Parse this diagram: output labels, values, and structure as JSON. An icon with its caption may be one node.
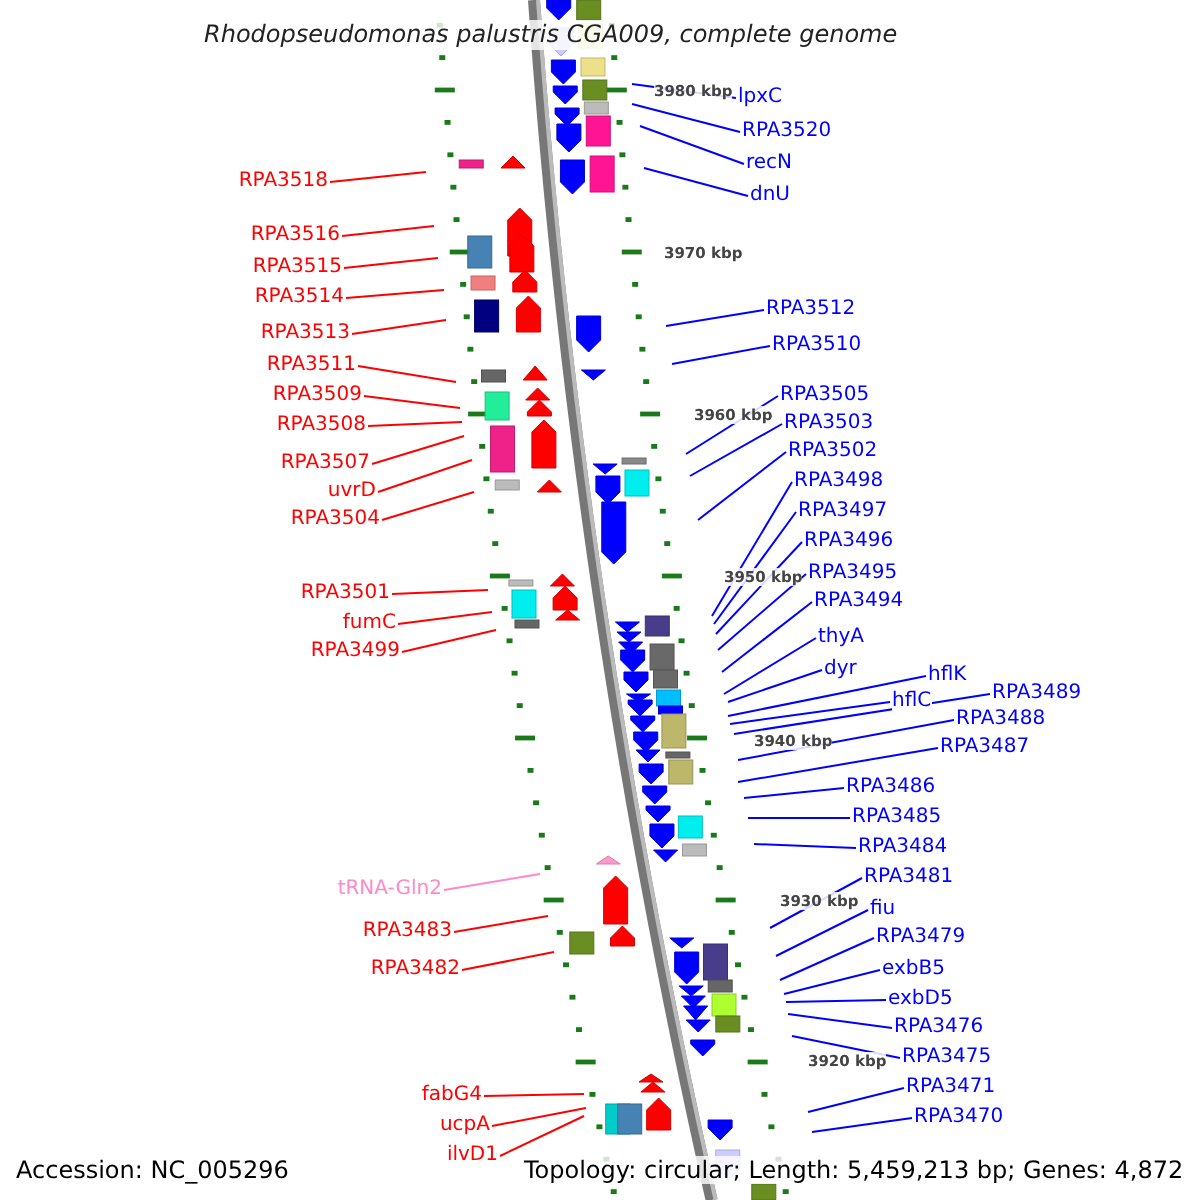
{
  "diagram": {
    "title": "Rhodopseudomonas palustris CGA009, complete genome",
    "nodes": [
      {
        "text": [
          "RPA3518"
        ]
      },
      {
        "text": [
          "RPA3516"
        ]
      },
      {
        "text": [
          "RPA3515"
        ]
      },
      {
        "text": [
          "RPA3514"
        ]
      },
      {
        "text": [
          "RPA3513"
        ]
      },
      {
        "text": [
          "RPA3511"
        ]
      },
      {
        "text": [
          "RPA3509"
        ]
      },
      {
        "text": [
          "RPA3508"
        ]
      },
      {
        "text": [
          "RPA3507"
        ]
      },
      {
        "text": [
          "uvrD"
        ]
      },
      {
        "text": [
          "RPA3504"
        ]
      },
      {
        "text": [
          "RPA3501"
        ]
      },
      {
        "text": [
          "fumC"
        ]
      },
      {
        "text": [
          "RPA3499"
        ]
      },
      {
        "text": [
          "tRNA-Gln2"
        ]
      },
      {
        "text": [
          "RPA3483"
        ]
      },
      {
        "text": [
          "RPA3482"
        ]
      },
      {
        "text": [
          "fabG4"
        ]
      },
      {
        "text": [
          "ucpA"
        ]
      },
      {
        "text": [
          "ilvD1"
        ]
      },
      {
        "text": [
          "lpxC"
        ]
      },
      {
        "text": [
          "RPA3520"
        ]
      },
      {
        "text": [
          "recN"
        ]
      },
      {
        "text": [
          "dnU"
        ]
      },
      {
        "text": [
          "RPA3512"
        ]
      },
      {
        "text": [
          "RPA3510"
        ]
      },
      {
        "text": [
          "RPA3505"
        ]
      },
      {
        "text": [
          "RPA3503"
        ]
      },
      {
        "text": [
          "RPA3502"
        ]
      },
      {
        "text": [
          "RPA3498"
        ]
      },
      {
        "text": [
          "RPA3497"
        ]
      },
      {
        "text": [
          "RPA3496"
        ]
      },
      {
        "text": [
          "RPA3495"
        ]
      },
      {
        "text": [
          "RPA3494"
        ]
      },
      {
        "text": [
          "thyA"
        ]
      },
      {
        "text": [
          "dyr"
        ]
      },
      {
        "text": [
          "hflK"
        ]
      },
      {
        "text": [
          "hflC"
        ]
      },
      {
        "text": [
          "RPA3489"
        ]
      },
      {
        "text": [
          "RPA3488"
        ]
      },
      {
        "text": [
          "RPA3487"
        ]
      },
      {
        "text": [
          "RPA3486"
        ]
      },
      {
        "text": [
          "RPA3485"
        ]
      },
      {
        "text": [
          "RPA3484"
        ]
      },
      {
        "text": [
          "RPA3481"
        ]
      },
      {
        "text": [
          "fiu"
        ]
      },
      {
        "text": [
          "RPA3479"
        ]
      },
      {
        "text": [
          "exbB5"
        ]
      },
      {
        "text": [
          "exbD5"
        ]
      },
      {
        "text": [
          "RPA3476"
        ]
      },
      {
        "text": [
          "RPA3475"
        ]
      },
      {
        "text": [
          "RPA3471"
        ]
      },
      {
        "text": [
          "RPA3470"
        ]
      }
    ],
    "edges": [
      {
        "from": 0,
        "to": null,
        "arrow": "none",
        "color": "#ff0000"
      },
      {
        "from": 1,
        "to": null,
        "arrow": "none",
        "color": "#ff0000"
      },
      {
        "from": 2,
        "to": null,
        "arrow": "none",
        "color": "#ff0000"
      },
      {
        "from": 3,
        "to": null,
        "arrow": "none",
        "color": "#ff0000"
      },
      {
        "from": 4,
        "to": null,
        "arrow": "none",
        "color": "#ff0000"
      },
      {
        "from": 5,
        "to": null,
        "arrow": "none",
        "color": "#ff0000"
      },
      {
        "from": 6,
        "to": null,
        "arrow": "none",
        "color": "#ff0000"
      },
      {
        "from": 7,
        "to": null,
        "arrow": "none",
        "color": "#ff0000"
      },
      {
        "from": 8,
        "to": null,
        "arrow": "none",
        "color": "#ff0000"
      },
      {
        "from": 9,
        "to": null,
        "arrow": "none",
        "color": "#ff0000"
      },
      {
        "from": 10,
        "to": null,
        "arrow": "none",
        "color": "#ff0000"
      },
      {
        "from": 11,
        "to": null,
        "arrow": "none",
        "color": "#ff0000"
      },
      {
        "from": 12,
        "to": null,
        "arrow": "none",
        "color": "#ff0000"
      },
      {
        "from": 13,
        "to": null,
        "arrow": "none",
        "color": "#ff0000"
      },
      {
        "from": 14,
        "to": null,
        "arrow": "none",
        "color": "#ff88c8"
      },
      {
        "from": 15,
        "to": null,
        "arrow": "none",
        "color": "#ff0000"
      },
      {
        "from": 16,
        "to": null,
        "arrow": "none",
        "color": "#ff0000"
      },
      {
        "from": 17,
        "to": null,
        "arrow": "none",
        "color": "#ff0000"
      },
      {
        "from": 18,
        "to": null,
        "arrow": "none",
        "color": "#ff0000"
      },
      {
        "from": 19,
        "to": null,
        "arrow": "none",
        "color": "#ff0000"
      },
      {
        "from": 20,
        "to": null,
        "arrow": "none"
      },
      {
        "from": 21,
        "to": null,
        "arrow": "none"
      },
      {
        "from": 22,
        "to": null,
        "arrow": "none"
      },
      {
        "from": 23,
        "to": null,
        "arrow": "none"
      },
      {
        "from": 24,
        "to": null,
        "arrow": "none"
      },
      {
        "from": 25,
        "to": null,
        "arrow": "none"
      },
      {
        "from": 26,
        "to": null,
        "arrow": "none"
      },
      {
        "from": 27,
        "to": null,
        "arrow": "none"
      },
      {
        "from": 28,
        "to": null,
        "arrow": "none"
      },
      {
        "from": 29,
        "to": null,
        "arrow": "none"
      },
      {
        "from": 30,
        "to": null,
        "arrow": "none"
      },
      {
        "from": 31,
        "to": null,
        "arrow": "none"
      },
      {
        "from": 32,
        "to": null,
        "arrow": "none"
      },
      {
        "from": 33,
        "to": null,
        "arrow": "none"
      },
      {
        "from": 34,
        "to": null,
        "arrow": "none"
      },
      {
        "from": 35,
        "to": null,
        "arrow": "none"
      },
      {
        "from": 36,
        "to": null,
        "arrow": "none"
      },
      {
        "from": 37,
        "to": null,
        "arrow": "none"
      },
      {
        "from": 38,
        "to": null,
        "arrow": "none"
      },
      {
        "from": 39,
        "to": null,
        "arrow": "none"
      },
      {
        "from": 40,
        "to": null,
        "arrow": "none"
      },
      {
        "from": 41,
        "to": null,
        "arrow": "none"
      },
      {
        "from": 42,
        "to": null,
        "arrow": "none"
      },
      {
        "from": 43,
        "to": null,
        "arrow": "none"
      },
      {
        "from": 44,
        "to": null,
        "arrow": "none"
      },
      {
        "from": 45,
        "to": null,
        "arrow": "none"
      },
      {
        "from": 46,
        "to": null,
        "arrow": "none"
      },
      {
        "from": 47,
        "to": null,
        "arrow": "none"
      },
      {
        "from": 48,
        "to": null,
        "arrow": "none"
      },
      {
        "from": 49,
        "to": null,
        "arrow": "none"
      },
      {
        "from": 50,
        "to": null,
        "arrow": "none"
      },
      {
        "from": 51,
        "to": null,
        "arrow": "none"
      },
      {
        "from": 52,
        "to": null,
        "arrow": "none"
      }
    ],
    "labels": [
      "3980 kbp",
      "3970 kbp",
      "3960 kbp",
      "3950 kbp",
      "3940 kbp",
      "3930 kbp",
      "3920 kbp",
      "Accession: NC_005296",
      "Topology: circular; Length: 5,459,213 bp; Genes: 4,872"
    ]
  }
}
